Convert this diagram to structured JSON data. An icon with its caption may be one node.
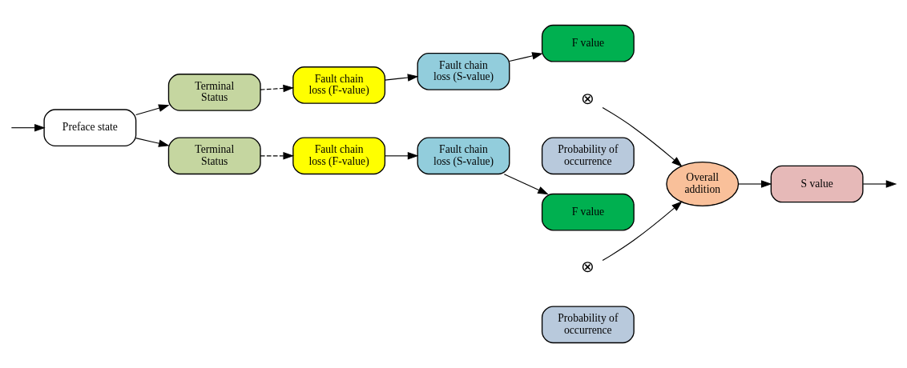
{
  "diagram": {
    "nodes": [
      {
        "text": [
          "Preface state"
        ]
      },
      {
        "text": [
          "Terminal Status"
        ]
      },
      {
        "text": [
          "Fault chain loss (F-value)"
        ]
      },
      {
        "text": [
          "Fault chain loss (S-value)"
        ]
      },
      {
        "text": [
          "F value"
        ]
      },
      {
        "text": [
          "⊗"
        ]
      },
      {
        "text": [
          "Probability of occurrence"
        ]
      },
      {
        "text": [
          "Terminal Status"
        ]
      },
      {
        "text": [
          "Fault chain loss (F-value)"
        ]
      },
      {
        "text": [
          "Fault chain loss (S-value)"
        ]
      },
      {
        "text": [
          "F value"
        ]
      },
      {
        "text": [
          "⊗"
        ]
      },
      {
        "text": [
          "Probability of occurrence"
        ]
      },
      {
        "text": [
          "Overall addition"
        ]
      },
      {
        "text": [
          "S value"
        ]
      }
    ],
    "edges": [
      {
        "from": null,
        "to": 0,
        "arrow": "to"
      },
      {
        "from": 0,
        "to": 1,
        "arrow": "to"
      },
      {
        "from": 0,
        "to": 7,
        "arrow": "to"
      },
      {
        "from": 1,
        "to": 2,
        "arrow": "to",
        "style": "dashed"
      },
      {
        "from": 2,
        "to": 3,
        "arrow": "to"
      },
      {
        "from": 3,
        "to": 4,
        "arrow": "to"
      },
      {
        "from": 5,
        "to": 13,
        "arrow": "to"
      },
      {
        "from": 7,
        "to": 8,
        "arrow": "to",
        "style": "dashed"
      },
      {
        "from": 8,
        "to": 9,
        "arrow": "to"
      },
      {
        "from": 9,
        "to": 10,
        "arrow": "to"
      },
      {
        "from": 11,
        "to": 13,
        "arrow": "to"
      },
      {
        "from": 13,
        "to": 14,
        "arrow": "to"
      },
      {
        "from": 14,
        "to": null,
        "arrow": "to"
      }
    ]
  }
}
